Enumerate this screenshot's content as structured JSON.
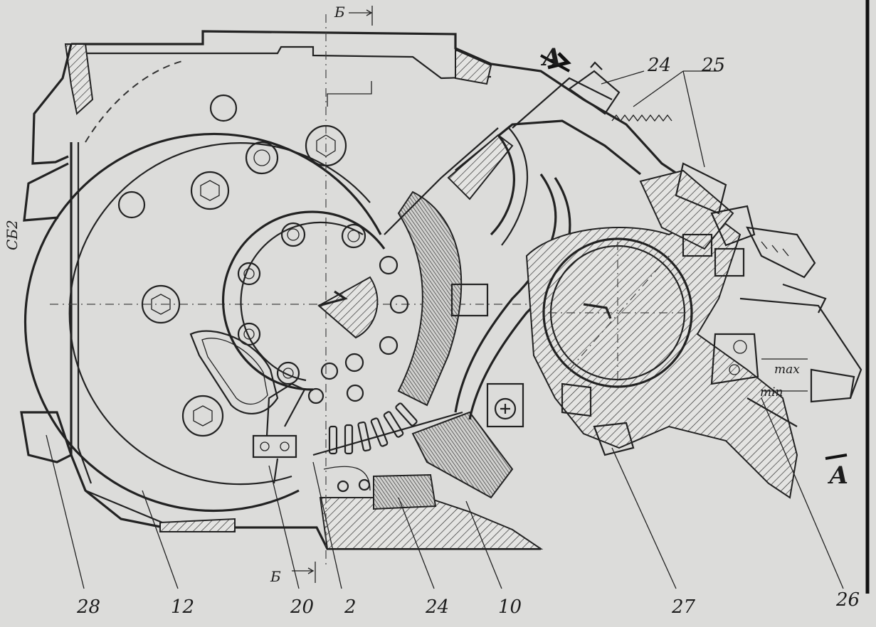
{
  "drawing": {
    "section_marks": {
      "top": "Б",
      "bottom": "Б",
      "right_top": "А",
      "right_bottom": "А"
    },
    "side_note": "СБ2",
    "gauge_labels": {
      "max": "max",
      "min": "min"
    },
    "callouts": {
      "c28": "28",
      "c12": "12",
      "c20": "20",
      "c2": "2",
      "c24_bottom": "24",
      "c10": "10",
      "c27": "27",
      "c26": "26",
      "c24_top": "24",
      "c25": "25"
    }
  }
}
